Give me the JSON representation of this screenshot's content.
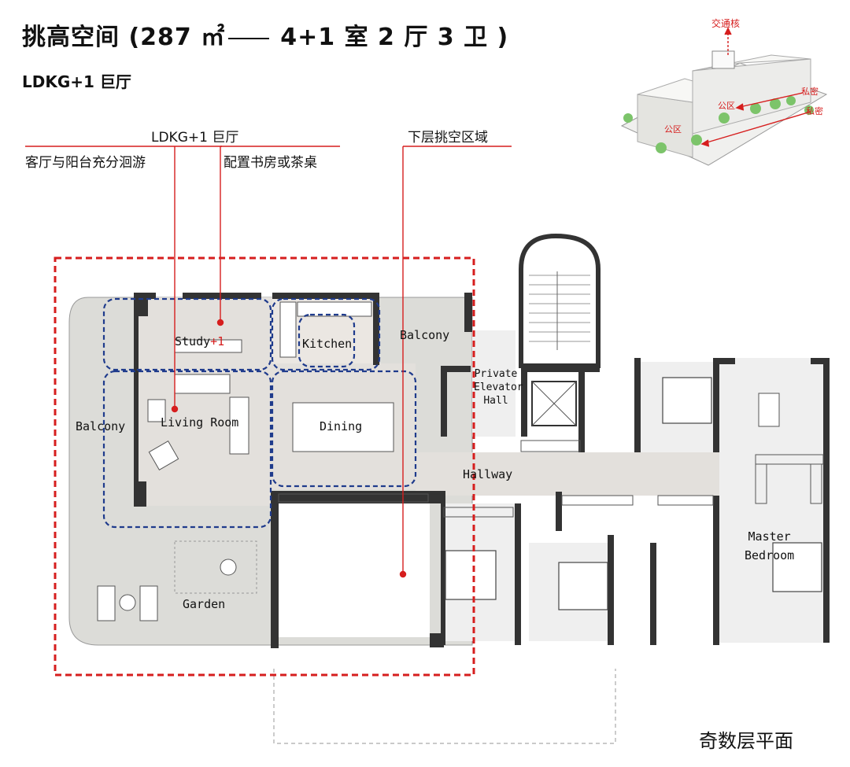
{
  "header": {
    "title_main": "挑高空间 (287 ㎡",
    "title_rooms": "4+1 室 2 厅 3 卫 )",
    "subtitle": "LDKG+1 巨厅"
  },
  "annotations": {
    "ldkg": "LDKG+1 巨厅",
    "living_loop": "客厅与阳台充分洄游",
    "study_option": "配置书房或茶桌",
    "void_area": "下层挑空区域"
  },
  "rooms": {
    "study": "Study",
    "study_plus": "+1",
    "kitchen": "Kitchen",
    "balcony_top": "Balcony",
    "balcony_left": "Balcony",
    "living": "Living Room",
    "dining": "Dining",
    "elevator_1": "Private",
    "elevator_2": "Elevator",
    "elevator_3": "Hall",
    "hallway": "Hallway",
    "master_1": "Master",
    "master_2": "Bedroom",
    "garden": "Garden"
  },
  "diagram3d": {
    "core": "交通核",
    "private_1": "私密",
    "private_2": "私密",
    "public_1": "公区",
    "public_2": "公区"
  },
  "footer": {
    "caption": "奇数层平面"
  },
  "colors": {
    "accent_red": "#d61e1e",
    "zone_blue": "#1f3b8c",
    "wall": "#333333",
    "floor": "#e3e0dc",
    "terrace": "#dcdcd8"
  }
}
